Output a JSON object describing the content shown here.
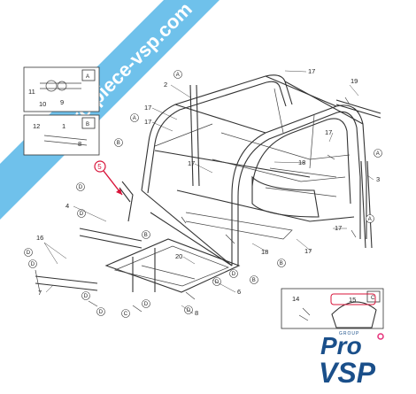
{
  "watermark": {
    "text": "pro-piece-vsp.com",
    "color": "#5bb8e8"
  },
  "callout_letters": {
    "a": "A",
    "b": "B",
    "c": "C",
    "d": "D"
  },
  "part_numbers": {
    "p1": "1",
    "p2": "2",
    "p3": "3",
    "p4": "4",
    "p5": "5",
    "p6": "6",
    "p7": "7",
    "p8": "8",
    "p9": "9",
    "p10": "10",
    "p11": "11",
    "p12": "12",
    "p14": "14",
    "p15": "15",
    "p16": "16",
    "p17": "17",
    "p18": "18",
    "p19": "19",
    "p20": "20"
  },
  "highlight_color": "#d8143a",
  "logo": {
    "line1": "Pro",
    "line2": "VSP",
    "tagline": "GROUP",
    "color": "#1a4f8a",
    "accent": "#e6317a"
  }
}
